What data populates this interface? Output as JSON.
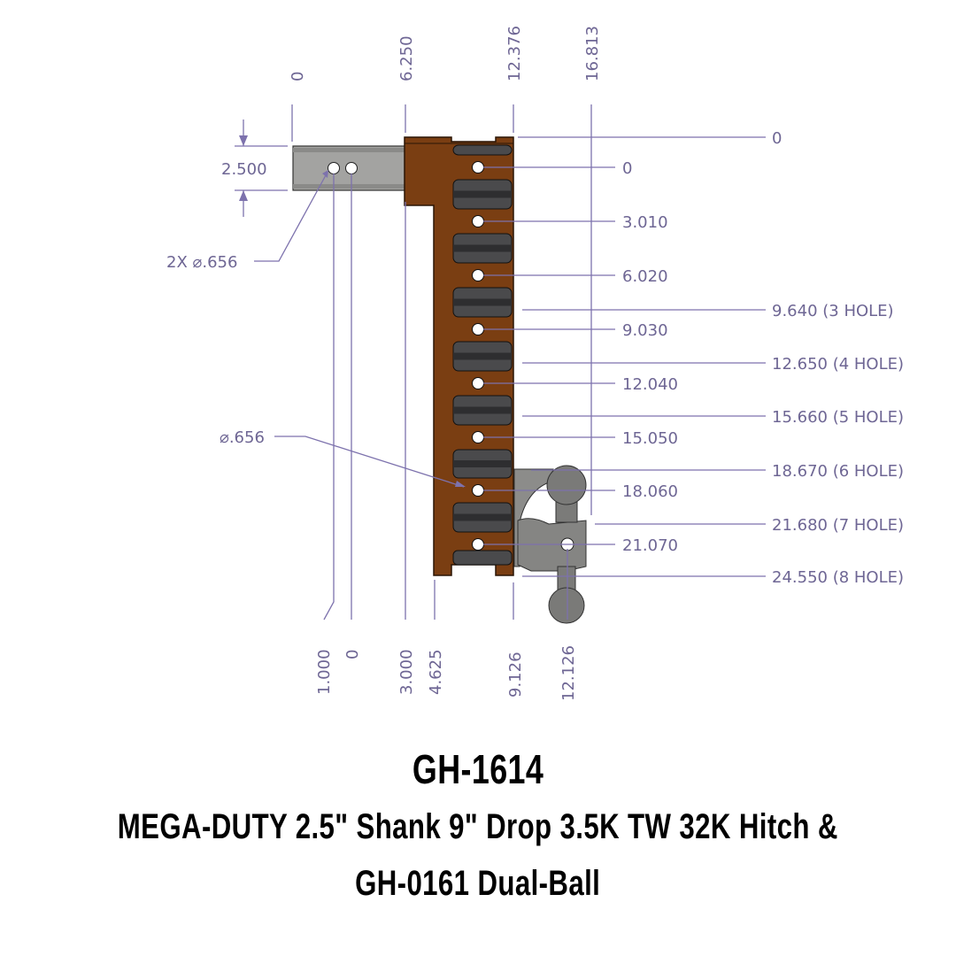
{
  "top_dims": [
    "0",
    "6.250",
    "12.376",
    "16.813"
  ],
  "bottom_dims": [
    "1.000",
    "0",
    "3.000",
    "4.625",
    "9.126",
    "12.126"
  ],
  "hole_dims": [
    "0",
    "3.010",
    "6.020",
    "9.030",
    "12.040",
    "15.050",
    "18.060",
    "21.070"
  ],
  "right_dims": [
    "0",
    "9.640 (3 HOLE)",
    "12.650 (4 HOLE)",
    "15.660 (5 HOLE)",
    "18.670 (6 HOLE)",
    "21.680 (7 HOLE)",
    "24.550 (8 HOLE)"
  ],
  "shank_height": "2.500",
  "shank_hole_callout": "2X ⌀.656",
  "plate_hole_callout": "⌀.656",
  "title": {
    "model": "GH-1614",
    "line1": "MEGA-DUTY 2.5\" Shank 9\" Drop 3.5K TW 32K Hitch &",
    "line2": "GH-0161 Dual-Ball"
  },
  "colors": {
    "plate": "#7a3e12",
    "shank": "#9e9e9c",
    "dimension": "#7d72ad"
  }
}
